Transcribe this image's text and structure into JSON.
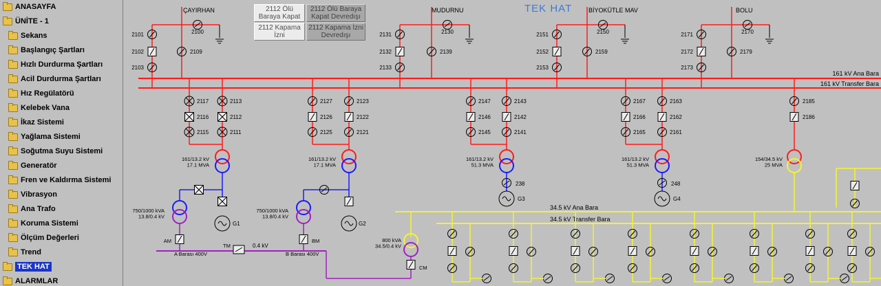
{
  "sidebar": {
    "items": [
      {
        "label": "ANASAYFA",
        "selected": false
      },
      {
        "label": "ÜNİTE - 1",
        "selected": false
      },
      {
        "label": "Sekans",
        "selected": false
      },
      {
        "label": "Başlangıç Şartları",
        "selected": false
      },
      {
        "label": "Hızlı Durdurma Şartları",
        "selected": false
      },
      {
        "label": "Acil Durdurma Şartları",
        "selected": false
      },
      {
        "label": "Hız Regülatörü",
        "selected": false
      },
      {
        "label": "Kelebek Vana",
        "selected": false
      },
      {
        "label": "İkaz Sistemi",
        "selected": false
      },
      {
        "label": "Yağlama Sistemi",
        "selected": false
      },
      {
        "label": "Soğutma Suyu Sistemi",
        "selected": false
      },
      {
        "label": "Generatör",
        "selected": false
      },
      {
        "label": "Fren ve Kaldırma Sistemi",
        "selected": false
      },
      {
        "label": "Vibrasyon",
        "selected": false
      },
      {
        "label": "Ana Trafo",
        "selected": false
      },
      {
        "label": "Koruma Sistemi",
        "selected": false
      },
      {
        "label": "Ölçüm Değerleri",
        "selected": false
      },
      {
        "label": "Trend",
        "selected": false
      },
      {
        "label": "TEK HAT",
        "selected": true
      },
      {
        "label": "ALARMLAR",
        "selected": false
      }
    ]
  },
  "title": "TEK HAT",
  "buttons": {
    "b1": "2112 Ölü Baraya Kapat",
    "b2": "2112 Ölü Baraya Kapat Devredışı",
    "b3": "2112 Kapama İzni",
    "b4": "2112 Kapama İzni Devredışı"
  },
  "buses": {
    "ana_161": "161 kV Ana Bara",
    "transfer_161": "161 kV Transfer Bara",
    "ana_34": "34.5 kV Ana Bara",
    "transfer_34": "34.5 kV Transfer Bara",
    "bus_04": "0.4 kV",
    "bara_a": "A Barası 400V",
    "bara_b": "B Barası 400V"
  },
  "lines": {
    "cayirhan": {
      "name": "ÇAYIRHAN",
      "top": "2100",
      "left": [
        "2101",
        "2102",
        "2103"
      ],
      "right": "2109"
    },
    "mudurnu": {
      "name": "MUDURNU",
      "top": "2130",
      "left": [
        "2131",
        "2132",
        "2133"
      ],
      "right": "2139"
    },
    "biyokutle": {
      "name": "BİYOKÜTLE MAV",
      "top": "2150",
      "left": [
        "2151",
        "2152",
        "2153"
      ],
      "right": "2159"
    },
    "bolu": {
      "name": "BOLU",
      "top": "2170",
      "left": [
        "2171",
        "2172",
        "2173"
      ],
      "right": "2179"
    }
  },
  "bays": {
    "u1": {
      "left": [
        "2117",
        "2116",
        "2115"
      ],
      "right": [
        "2113",
        "2112",
        "2111"
      ],
      "tr": "161/13.2 kV\n17.1 MVA",
      "aux": "750/1000 kVA\n13.8/0.4 kV",
      "gen": "G1",
      "am": "AM",
      "tm": "TM"
    },
    "u2": {
      "left": [
        "2127",
        "2126",
        "2125"
      ],
      "right": [
        "2123",
        "2122",
        "2121"
      ],
      "tr": "161/13.2 kV\n17.1 MVA",
      "aux": "750/1000 kVA\n13.8/0.4 kV",
      "gen": "G2",
      "bm": "BM"
    },
    "u3": {
      "left": [
        "2147",
        "2146",
        "2145"
      ],
      "right": [
        "2143",
        "2142",
        "2141"
      ],
      "tr": "161/13.2 kV\n51.3 MVA",
      "gsw": "238",
      "gen": "G3"
    },
    "u4": {
      "left": [
        "2167",
        "2166",
        "2165"
      ],
      "right": [
        "2163",
        "2162",
        "2161"
      ],
      "tr": "161/13.2 kV\n51.3 MVA",
      "gsw": "248",
      "gen": "G4"
    },
    "u5": {
      "right": [
        "2185",
        "2186"
      ],
      "tr": "154/34.5 kV\n25 MVA"
    },
    "cm": {
      "tr": "800 kVA\n34.5/0.4 kV",
      "label": "CM"
    }
  },
  "colors": {
    "red": "#ff1a1a",
    "blue": "#1a1aff",
    "purple": "#a020c0",
    "yellow": "#f4f430",
    "green": "#2a2a2a",
    "selected_bg": "#1a35c8"
  }
}
